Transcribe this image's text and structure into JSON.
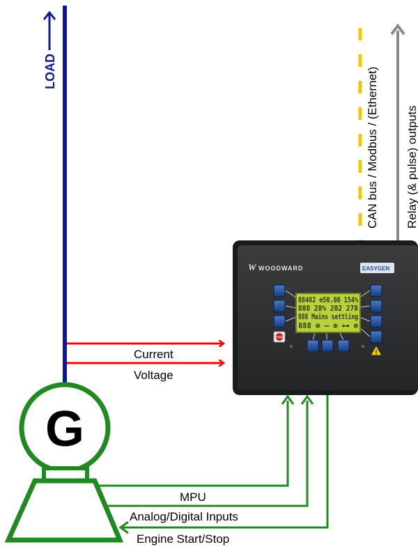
{
  "labels": {
    "load": "LOAD",
    "can_bus": "CAN bus / Modbus / (Ethernet)",
    "relay_outputs": "Relay (& pulse) outputs",
    "current": "Current",
    "voltage": "Voltage",
    "mpu": "MPU",
    "analog_digital": "Analog/Digital Inputs",
    "engine_start_stop": "Engine Start/Stop"
  },
  "generator": {
    "symbol": "G"
  },
  "controller": {
    "brand": "WOODWARD",
    "model_logo": "EASYGEN",
    "stop_label": "STOP",
    "lcd_lines": [
      "88402 ⊕50.00 154%",
      "888 28% 202 278",
      "888 Mains settling",
      "888 ⊕ — ⊕ ⊶ ⊕"
    ]
  },
  "colors": {
    "bus": "#0d1a8c",
    "signal": "#ff0000",
    "engine": "#1f8a1f",
    "can": "#f5c400",
    "relay": "#8a8a8a",
    "panel": "#2f3133",
    "button": "#1f4fa3",
    "lcd": "#b7d23a"
  }
}
